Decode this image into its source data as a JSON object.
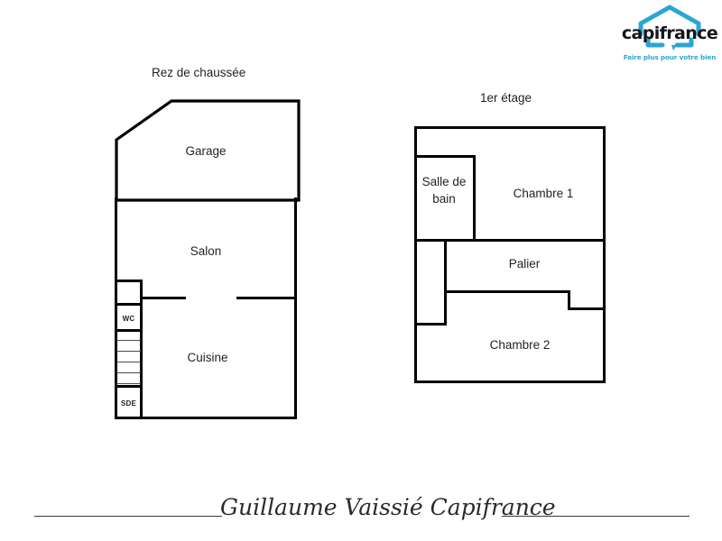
{
  "brand": {
    "logo_word": "capifrance",
    "logo_tagline": "Faire plus pour votre bien",
    "logo_color": "#2ba6d4",
    "word_color": "#16161a",
    "icon_name": "house-speech-bubble-icon"
  },
  "plans": {
    "ground": {
      "title": "Rez de chaussée",
      "rooms": [
        {
          "label": "Garage",
          "key": "garage"
        },
        {
          "label": "Salon",
          "key": "salon"
        },
        {
          "label": "Cuisine",
          "key": "cuisine"
        },
        {
          "label": "WC",
          "key": "wc"
        },
        {
          "label": "SDE",
          "key": "sde"
        }
      ],
      "stair_treads": 5
    },
    "first": {
      "title": "1er étage",
      "rooms": [
        {
          "label": "Salle de bain",
          "key": "salle-de-bain"
        },
        {
          "label": "Chambre 1",
          "key": "chambre-1"
        },
        {
          "label": "Palier",
          "key": "palier"
        },
        {
          "label": "Chambre 2",
          "key": "chambre-2"
        }
      ]
    }
  },
  "signature": {
    "text": "Guillaume Vaissié Capifrance"
  },
  "colors": {
    "wall": "#000000",
    "tread": "#4a4a4a",
    "text": "#231f20",
    "background": "#ffffff"
  }
}
